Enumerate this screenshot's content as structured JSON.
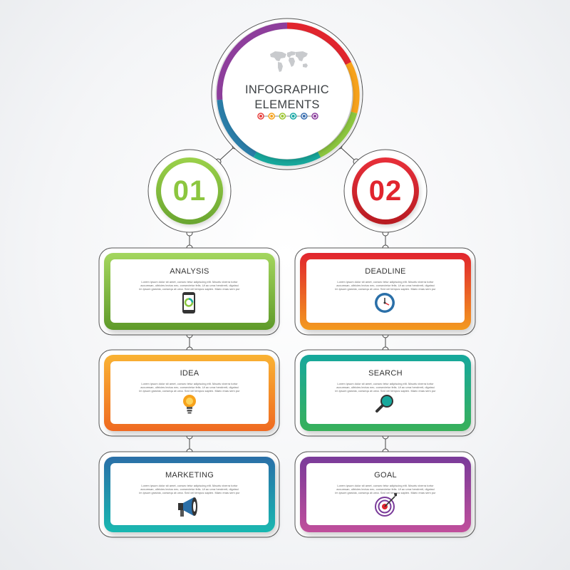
{
  "main": {
    "title_line1": "INFOGRAPHIC",
    "title_line2": "ELEMENTS",
    "map_icon": "world-map-icon",
    "dot_colors": [
      "#e8403e",
      "#f7a21b",
      "#9dc633",
      "#19a9a6",
      "#3a6fb0",
      "#8c3f9e"
    ]
  },
  "branches": [
    {
      "number": "01",
      "color": "#8cc63f",
      "color_dark": "#67a22e"
    },
    {
      "number": "02",
      "color": "#e1252e",
      "color_dark": "#b71c22"
    }
  ],
  "cards": [
    {
      "title": "ANALYSIS",
      "icon": "smartphone-chart-icon",
      "color": "#8cc63f",
      "color_dark": "#5f9a2a",
      "lines": [
        "Lorem ipsum dolor sit amet, consec tetur adipiscing elit. Mauris viverra tortor",
        "accumsan, ultricies lectus nec, consectetur felis. Ut ac urna hendrerit, dignissi",
        "im ipsum gravida, consequ at urna. Sed vel tempus sapien. Maec enas sem pur"
      ]
    },
    {
      "title": "DEADLINE",
      "icon": "clock-icon",
      "color": "#e1252e",
      "color_dark": "#f39a1f",
      "lines": [
        "Lorem ipsum dolor sit amet, consec tetur adipiscing elit. Mauris viverra tortor",
        "accumsan, ultricies lectus nec, consectetur felis. Ut ac urna hendrerit, dignissi",
        "im ipsum gravida, consequ at urna. Sed vel tempus sapien. Maec enas sem pur"
      ]
    },
    {
      "title": "IDEA",
      "icon": "lightbulb-icon",
      "color": "#f7a21b",
      "color_dark": "#f26522",
      "lines": [
        "Lorem ipsum dolor sit amet, consec tetur adipiscing elit. Mauris viverra tortor",
        "accumsan, ultricies lectus nec, consectetur felis. Ut ac urna hendrerit, dignissi",
        "im ipsum gravida, consequ at urna. Sed vel tempus sapien. Maec enas sem pur"
      ]
    },
    {
      "title": "SEARCH",
      "icon": "magnifier-icon",
      "color": "#17a89c",
      "color_dark": "#2fa85c",
      "lines": [
        "Lorem ipsum dolor sit amet, consec tetur adipiscing elit. Mauris viverra tortor",
        "accumsan, ultricies lectus nec, consectetur felis. Ut ac urna hendrerit, dignissi",
        "im ipsum gravida, consequ at urna. Sed vel tempus sapien. Maec enas sem pur"
      ]
    },
    {
      "title": "MARKETING",
      "icon": "megaphone-icon",
      "color": "#2a7da8",
      "color_dark": "#19b2b0",
      "lines": [
        "Lorem ipsum dolor sit amet, consec tetur adipiscing elit. Mauris viverra tortor",
        "accumsan, ultricies lectus nec, consectetur felis. Ut ac urna hendrerit, dignissi",
        "im ipsum gravida, consequ at urna. Sed vel tempus sapien. Maec enas sem pur"
      ]
    },
    {
      "title": "GOAL",
      "icon": "target-icon",
      "color": "#8e3e9c",
      "color_dark": "#b04a9e",
      "lines": [
        "Lorem ipsum dolor sit amet, consec tetur adipiscing elit. Mauris viverra tortor",
        "accumsan, ultricies lectus nec, consectetur felis. Ut ac urna hendrerit, dignissi",
        "im ipsum gravida, consequ at urna. Sed vel tempus sapien. Maec enas sem pur"
      ]
    }
  ]
}
